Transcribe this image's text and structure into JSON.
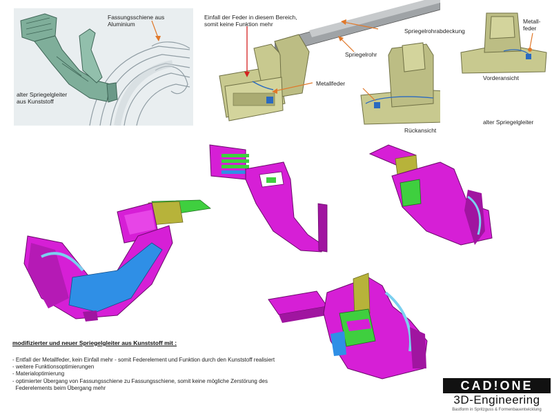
{
  "top_left": {
    "label_rail": "Fassungsschiene aus\nAluminium",
    "label_old": "alter Spriegelgleiter\naus Kunststoff"
  },
  "top_mid": {
    "label_spring_issue": "Einfall der Feder in diesem Bereich,\nsomit keine Funktion mehr",
    "label_cover": "Spriegelrohrabdeckung",
    "label_tube": "Spriegelrohr",
    "label_metal_spring": "Metallfeder",
    "label_rear": "Rückansicht"
  },
  "top_right": {
    "label_metal_spring": "Metall-\nfeder",
    "label_front": "Vorderansicht",
    "label_old": "alter Spriegelgleiter"
  },
  "caption": {
    "title": "modifizierter und neuer Spriegelgleiter aus Kunststoff mit :",
    "bullets": [
      "- Entfall der Metallfeder, kein Einfall mehr - somit Federelement und Funktion durch den Kunststoff realisiert",
      "- weitere Funktionsoptimierungen",
      "- Materialoptimierung",
      "- optimierter Übergang von Fassungsschiene zu Fassungsschiene, somit keine mögliche Zerstörung des",
      "  Federelements beim Übergang mehr"
    ]
  },
  "logo": {
    "brand": "CAD!ONE",
    "tagline": "3D-Engineering",
    "subtitle": "Bastform in Spritzguss & Formenbauentwicklung"
  },
  "colors": {
    "old_part": "#7fae9a",
    "khaki_part": "#c8c98f",
    "new_part_magenta": "#d61fd6",
    "new_part_blue": "#2f8fe6",
    "new_part_green": "#3fcf3f",
    "new_part_olive": "#b7b33a",
    "arrow": "#e0782a"
  }
}
